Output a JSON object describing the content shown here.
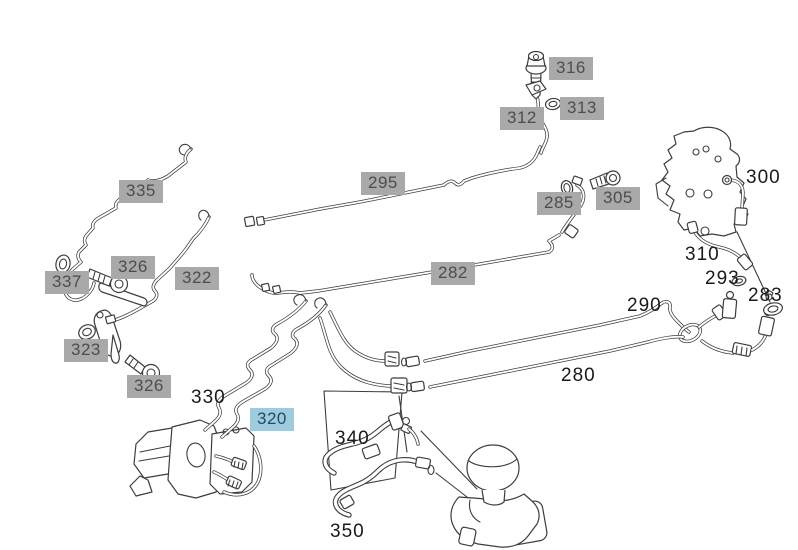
{
  "title": "Hydraulic lines parts diagram",
  "colors": {
    "page_bg": "#ffffff",
    "line": "#3d3d3d",
    "badge_bg": "#a9a9a9",
    "badge_text": "#4d4d4d",
    "highlight_bg": "#9fcbdf",
    "highlight_text": "#1f4e63",
    "plain_text": "#1a1a1a"
  },
  "selected_part": "320",
  "labels": [
    {
      "text": "316",
      "style": "badge"
    },
    {
      "text": "313",
      "style": "badge"
    },
    {
      "text": "312",
      "style": "badge"
    },
    {
      "text": "335",
      "style": "badge"
    },
    {
      "text": "295",
      "style": "badge"
    },
    {
      "text": "285",
      "style": "badge"
    },
    {
      "text": "305",
      "style": "badge"
    },
    {
      "text": "300",
      "style": "plain"
    },
    {
      "text": "326",
      "style": "badge"
    },
    {
      "text": "322",
      "style": "badge"
    },
    {
      "text": "337",
      "style": "badge"
    },
    {
      "text": "282",
      "style": "badge"
    },
    {
      "text": "310",
      "style": "plain"
    },
    {
      "text": "293",
      "style": "plain"
    },
    {
      "text": "283",
      "style": "plain"
    },
    {
      "text": "290",
      "style": "plain"
    },
    {
      "text": "323",
      "style": "badge"
    },
    {
      "text": "326",
      "style": "badge"
    },
    {
      "text": "280",
      "style": "plain"
    },
    {
      "text": "330",
      "style": "plain"
    },
    {
      "text": "320",
      "style": "highlight"
    },
    {
      "text": "340",
      "style": "plain"
    },
    {
      "text": "350",
      "style": "plain"
    }
  ]
}
